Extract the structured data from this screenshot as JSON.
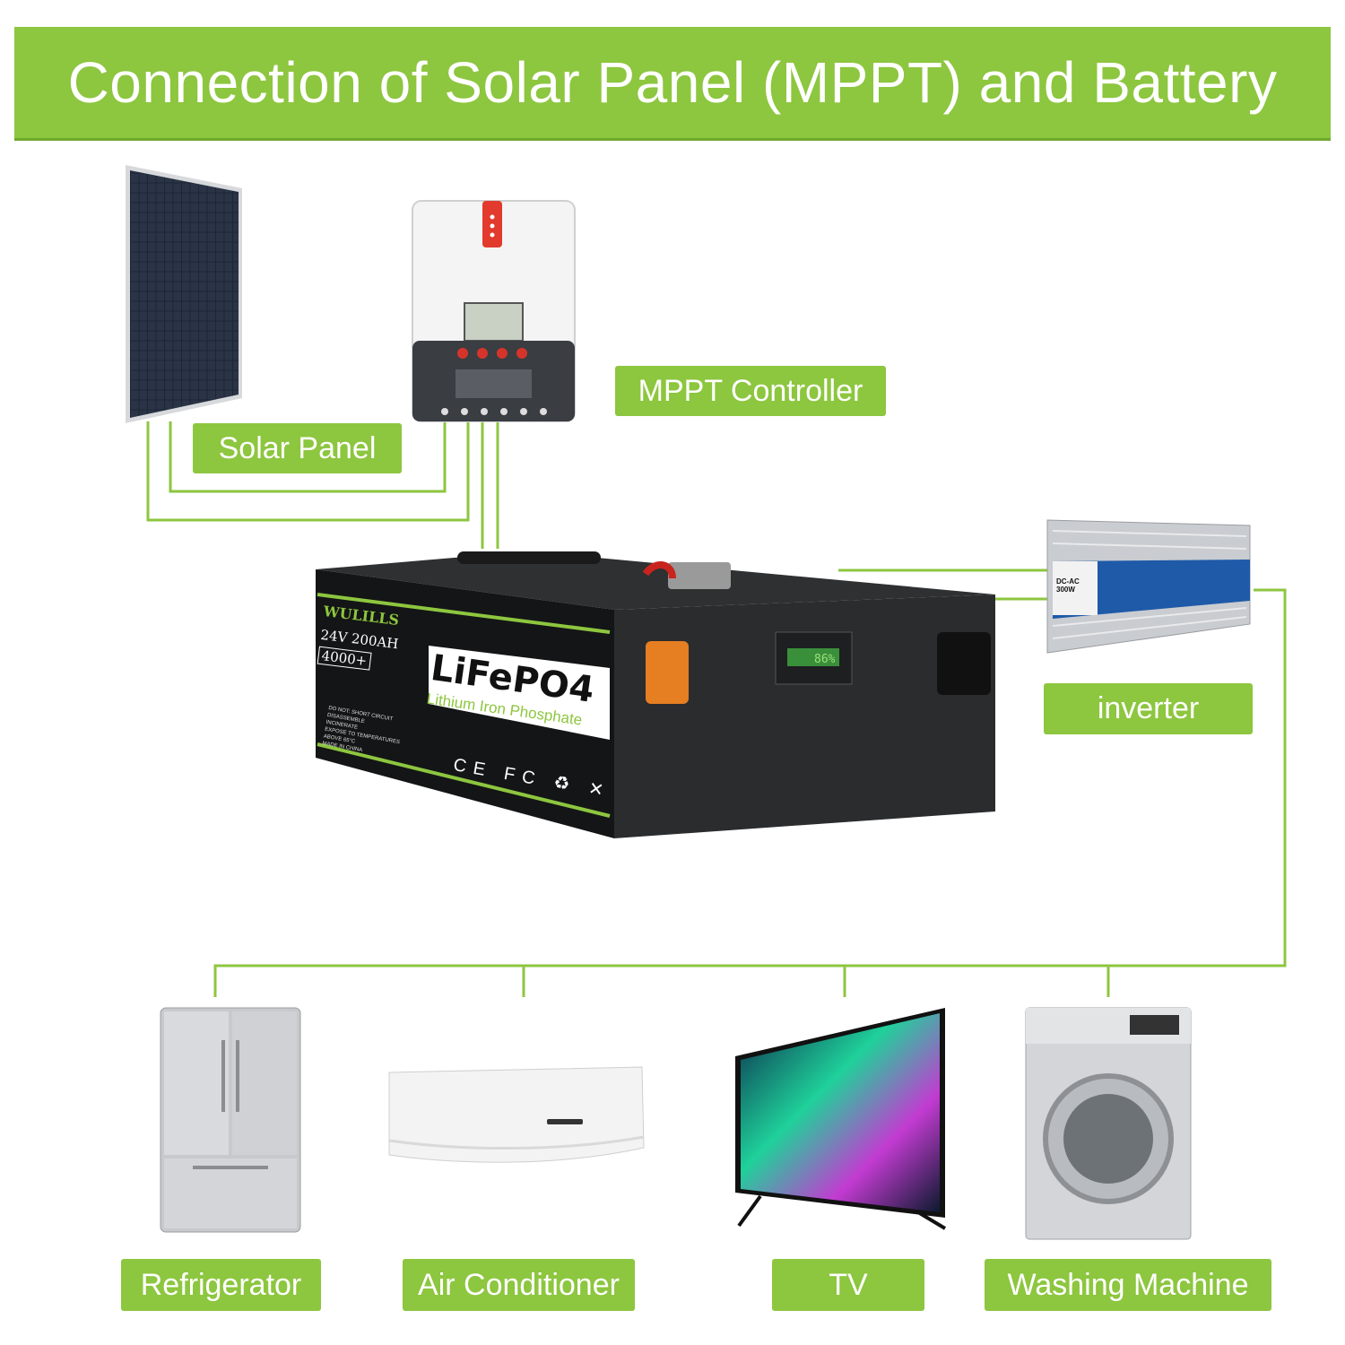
{
  "title": "Connection of Solar Panel (MPPT) and Battery",
  "labels": {
    "solar_panel": "Solar Panel",
    "mppt_controller": "MPPT Controller",
    "inverter": "inverter",
    "refrigerator": "Refrigerator",
    "air_conditioner": "Air Conditioner",
    "tv": "TV",
    "washing_machine": "Washing Machine"
  },
  "battery": {
    "brand": "WULILLS",
    "spec": "24V 200AH",
    "cycles": "4000+",
    "chemistry": "LiFePO4",
    "chemistry_full": "Lithium Iron Phosphate",
    "meter_value": "86%",
    "warning": [
      "DO NOT: SHORT CIRCUIT",
      "DISASSEMBLE",
      "INCINERATE",
      "EXPOSE TO TEMPERATURES",
      "ABOVE 65°C",
      "MADE IN CHINA"
    ],
    "cert_marks": "CE FC ♻ ✕"
  },
  "inverter_text": "DC-AC 300W",
  "colors": {
    "accent": "#8dc63f",
    "wire": "#8dc63f"
  }
}
